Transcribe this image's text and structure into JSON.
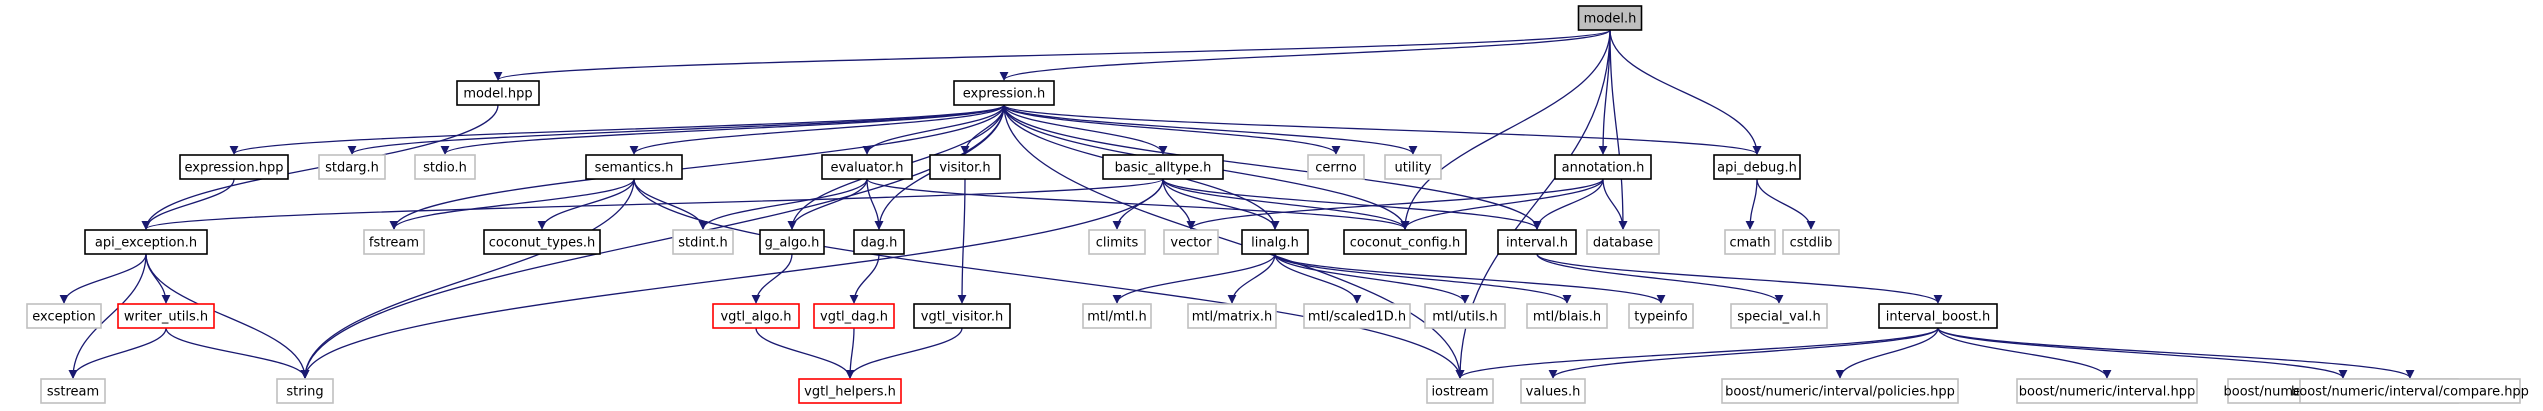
{
  "nodes": [
    {
      "id": "model_h",
      "label": "model.h",
      "style": "root"
    },
    {
      "id": "model_hpp",
      "label": "model.hpp",
      "style": "doc"
    },
    {
      "id": "expression_h",
      "label": "expression.h",
      "style": "doc"
    },
    {
      "id": "expression_hpp",
      "label": "expression.hpp",
      "style": "doc"
    },
    {
      "id": "stdarg_h",
      "label": "stdarg.h",
      "style": "sys"
    },
    {
      "id": "stdio_h",
      "label": "stdio.h",
      "style": "sys"
    },
    {
      "id": "semantics_h",
      "label": "semantics.h",
      "style": "doc"
    },
    {
      "id": "evaluator_h",
      "label": "evaluator.h",
      "style": "doc"
    },
    {
      "id": "visitor_h",
      "label": "visitor.h",
      "style": "doc"
    },
    {
      "id": "basic_alltype_h",
      "label": "basic_alltype.h",
      "style": "doc"
    },
    {
      "id": "cerrno",
      "label": "cerrno",
      "style": "sys"
    },
    {
      "id": "utility",
      "label": "utility",
      "style": "sys"
    },
    {
      "id": "annotation_h",
      "label": "annotation.h",
      "style": "doc"
    },
    {
      "id": "api_debug_h",
      "label": "api_debug.h",
      "style": "doc"
    },
    {
      "id": "api_exception_h",
      "label": "api_exception.h",
      "style": "doc"
    },
    {
      "id": "fstream",
      "label": "fstream",
      "style": "sys"
    },
    {
      "id": "coconut_types_h",
      "label": "coconut_types.h",
      "style": "doc"
    },
    {
      "id": "stdint_h",
      "label": "stdint.h",
      "style": "sys"
    },
    {
      "id": "g_algo_h",
      "label": "g_algo.h",
      "style": "doc"
    },
    {
      "id": "dag_h",
      "label": "dag.h",
      "style": "doc"
    },
    {
      "id": "climits",
      "label": "climits",
      "style": "sys"
    },
    {
      "id": "vector",
      "label": "vector",
      "style": "sys"
    },
    {
      "id": "linalg_h",
      "label": "linalg.h",
      "style": "doc"
    },
    {
      "id": "coconut_config_h",
      "label": "coconut_config.h",
      "style": "doc"
    },
    {
      "id": "interval_h",
      "label": "interval.h",
      "style": "doc"
    },
    {
      "id": "database",
      "label": "database",
      "style": "sys"
    },
    {
      "id": "cmath",
      "label": "cmath",
      "style": "sys"
    },
    {
      "id": "cstdlib",
      "label": "cstdlib",
      "style": "sys"
    },
    {
      "id": "exception",
      "label": "exception",
      "style": "sys"
    },
    {
      "id": "writer_utils_h",
      "label": "writer_utils.h",
      "style": "undoc"
    },
    {
      "id": "vgtl_algo_h",
      "label": "vgtl_algo.h",
      "style": "undoc"
    },
    {
      "id": "vgtl_dag_h",
      "label": "vgtl_dag.h",
      "style": "undoc"
    },
    {
      "id": "vgtl_visitor_h",
      "label": "vgtl_visitor.h",
      "style": "doc"
    },
    {
      "id": "mtl_mtl_h",
      "label": "mtl/mtl.h",
      "style": "sys"
    },
    {
      "id": "mtl_matrix_h",
      "label": "mtl/matrix.h",
      "style": "sys"
    },
    {
      "id": "mtl_scaled1D_h",
      "label": "mtl/scaled1D.h",
      "style": "sys"
    },
    {
      "id": "mtl_utils_h",
      "label": "mtl/utils.h",
      "style": "sys"
    },
    {
      "id": "mtl_blais_h",
      "label": "mtl/blais.h",
      "style": "sys"
    },
    {
      "id": "typeinfo",
      "label": "typeinfo",
      "style": "sys"
    },
    {
      "id": "special_val_h",
      "label": "special_val.h",
      "style": "sys"
    },
    {
      "id": "interval_boost_h",
      "label": "interval_boost.h",
      "style": "doc"
    },
    {
      "id": "sstream",
      "label": "sstream",
      "style": "sys"
    },
    {
      "id": "string",
      "label": "string",
      "style": "sys"
    },
    {
      "id": "vgtl_helpers_h",
      "label": "vgtl_helpers.h",
      "style": "undoc"
    },
    {
      "id": "iostream",
      "label": "iostream",
      "style": "sys"
    },
    {
      "id": "values_h",
      "label": "values.h",
      "style": "sys"
    },
    {
      "id": "boost_policies",
      "label": "boost/numeric/interval/policies.hpp",
      "style": "sys"
    },
    {
      "id": "boost_interval",
      "label": "boost/numeric/interval.hpp",
      "style": "sys"
    },
    {
      "id": "boost_checking",
      "label": "boost/numeric/interval/checking.hpp",
      "style": "sys"
    },
    {
      "id": "boost_compare",
      "label": "boost/numeric/interval/compare.hpp",
      "style": "sys"
    }
  ],
  "edges": [
    [
      "model_h",
      "model_hpp"
    ],
    [
      "model_h",
      "expression_h"
    ],
    [
      "model_h",
      "annotation_h"
    ],
    [
      "model_h",
      "api_debug_h"
    ],
    [
      "model_h",
      "coconut_config_h"
    ],
    [
      "model_h",
      "database"
    ],
    [
      "model_h",
      "iostream"
    ],
    [
      "model_hpp",
      "api_exception_h"
    ],
    [
      "expression_h",
      "expression_hpp"
    ],
    [
      "expression_h",
      "stdarg_h"
    ],
    [
      "expression_h",
      "stdio_h"
    ],
    [
      "expression_h",
      "semantics_h"
    ],
    [
      "expression_h",
      "evaluator_h"
    ],
    [
      "expression_h",
      "visitor_h"
    ],
    [
      "expression_h",
      "basic_alltype_h"
    ],
    [
      "expression_h",
      "cerrno"
    ],
    [
      "expression_h",
      "utility"
    ],
    [
      "expression_h",
      "api_debug_h"
    ],
    [
      "expression_h",
      "fstream"
    ],
    [
      "expression_h",
      "string"
    ],
    [
      "expression_h",
      "g_algo_h"
    ],
    [
      "expression_h",
      "dag_h"
    ],
    [
      "expression_h",
      "linalg_h"
    ],
    [
      "expression_h",
      "coconut_config_h"
    ],
    [
      "expression_h",
      "interval_h"
    ],
    [
      "expression_h",
      "iostream"
    ],
    [
      "expression_hpp",
      "api_exception_h"
    ],
    [
      "semantics_h",
      "fstream"
    ],
    [
      "semantics_h",
      "coconut_types_h"
    ],
    [
      "semantics_h",
      "stdint_h"
    ],
    [
      "semantics_h",
      "string"
    ],
    [
      "semantics_h",
      "iostream"
    ],
    [
      "evaluator_h",
      "stdint_h"
    ],
    [
      "evaluator_h",
      "g_algo_h"
    ],
    [
      "evaluator_h",
      "dag_h"
    ],
    [
      "evaluator_h",
      "coconut_config_h"
    ],
    [
      "visitor_h",
      "vgtl_visitor_h"
    ],
    [
      "basic_alltype_h",
      "api_exception_h"
    ],
    [
      "basic_alltype_h",
      "climits"
    ],
    [
      "basic_alltype_h",
      "vector"
    ],
    [
      "basic_alltype_h",
      "linalg_h"
    ],
    [
      "basic_alltype_h",
      "coconut_config_h"
    ],
    [
      "basic_alltype_h",
      "interval_h"
    ],
    [
      "basic_alltype_h",
      "string"
    ],
    [
      "annotation_h",
      "vector"
    ],
    [
      "annotation_h",
      "coconut_config_h"
    ],
    [
      "annotation_h",
      "interval_h"
    ],
    [
      "annotation_h",
      "database"
    ],
    [
      "api_debug_h",
      "cmath"
    ],
    [
      "api_debug_h",
      "cstdlib"
    ],
    [
      "api_exception_h",
      "exception"
    ],
    [
      "api_exception_h",
      "writer_utils_h"
    ],
    [
      "api_exception_h",
      "sstream"
    ],
    [
      "api_exception_h",
      "string"
    ],
    [
      "writer_utils_h",
      "sstream"
    ],
    [
      "writer_utils_h",
      "string"
    ],
    [
      "g_algo_h",
      "vgtl_algo_h"
    ],
    [
      "dag_h",
      "vgtl_dag_h"
    ],
    [
      "vgtl_algo_h",
      "vgtl_helpers_h"
    ],
    [
      "vgtl_dag_h",
      "vgtl_helpers_h"
    ],
    [
      "vgtl_visitor_h",
      "vgtl_helpers_h"
    ],
    [
      "linalg_h",
      "mtl_mtl_h"
    ],
    [
      "linalg_h",
      "mtl_matrix_h"
    ],
    [
      "linalg_h",
      "mtl_scaled1D_h"
    ],
    [
      "linalg_h",
      "mtl_utils_h"
    ],
    [
      "linalg_h",
      "mtl_blais_h"
    ],
    [
      "linalg_h",
      "typeinfo"
    ],
    [
      "interval_h",
      "special_val_h"
    ],
    [
      "interval_h",
      "interval_boost_h"
    ],
    [
      "interval_boost_h",
      "iostream"
    ],
    [
      "interval_boost_h",
      "values_h"
    ],
    [
      "interval_boost_h",
      "boost_policies"
    ],
    [
      "interval_boost_h",
      "boost_interval"
    ],
    [
      "interval_boost_h",
      "boost_checking"
    ],
    [
      "interval_boost_h",
      "boost_compare"
    ]
  ],
  "colors": {
    "edge": "#191970",
    "doc_border": "#000000",
    "sys_border": "#bfbfbf",
    "undoc_border": "#ff0000",
    "root_fill": "#bfbfbf",
    "text": "#000000"
  }
}
